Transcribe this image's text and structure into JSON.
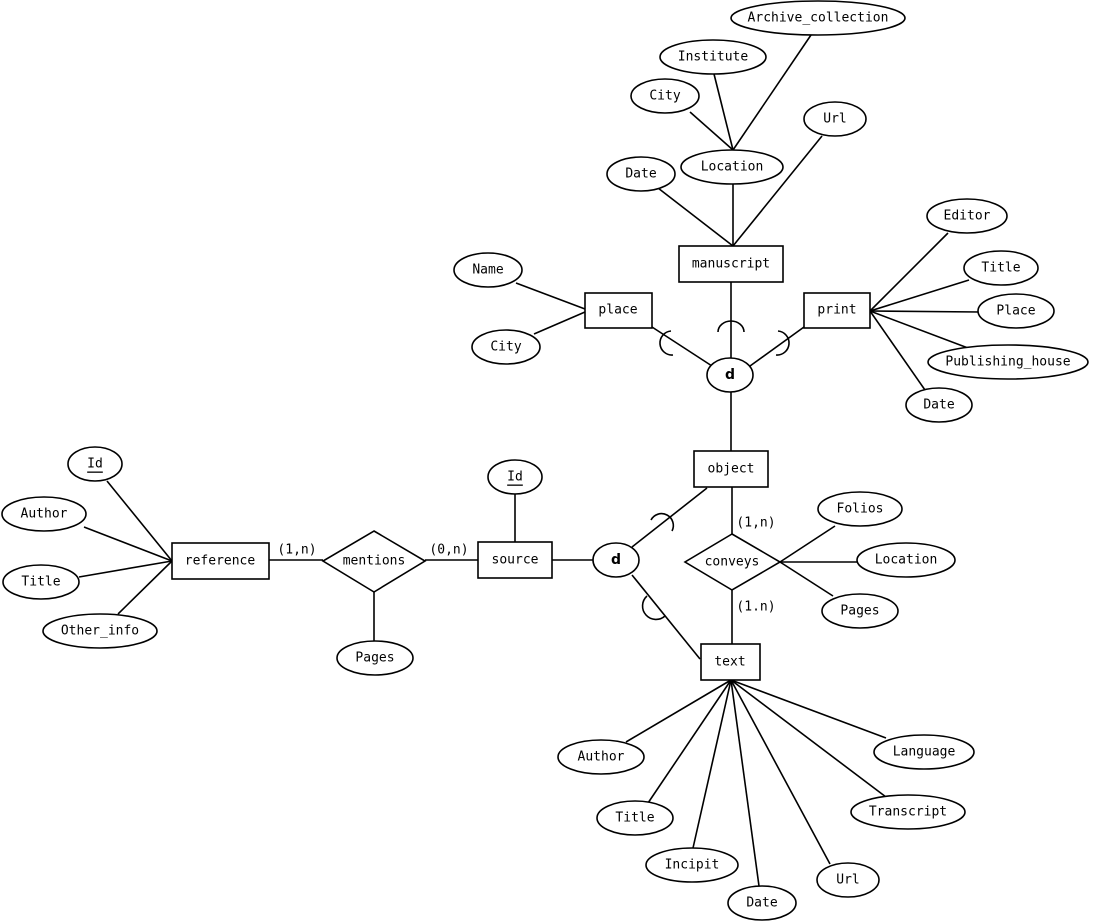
{
  "entities": {
    "manuscript": "manuscript",
    "place": "place",
    "print": "print",
    "object": "object",
    "reference": "reference",
    "source": "source",
    "text": "text"
  },
  "relationships": {
    "mentions": "mentions",
    "conveys": "conveys"
  },
  "specializations": {
    "object_d": "d",
    "source_d": "d"
  },
  "cardinalities": {
    "reference_mentions": "(1,n)",
    "mentions_source": "(0,n)",
    "object_conveys": "(1,n)",
    "conveys_text": "(1.n)"
  },
  "attributes": {
    "manuscript": {
      "archive_collection": "Archive_collection",
      "institute": "Institute",
      "city": "City",
      "location": "Location",
      "url": "Url",
      "date": "Date"
    },
    "place": {
      "name": "Name",
      "city": "City"
    },
    "print": {
      "editor": "Editor",
      "title": "Title",
      "place": "Place",
      "publishing_house": "Publishing_house",
      "date": "Date"
    },
    "reference": {
      "id": "Id",
      "author": "Author",
      "title": "Title",
      "other_info": "Other_info"
    },
    "mentions": {
      "pages": "Pages"
    },
    "source": {
      "id": "Id"
    },
    "conveys": {
      "folios": "Folios",
      "location": "Location",
      "pages": "Pages"
    },
    "text": {
      "author": "Author",
      "title": "Title",
      "incipit": "Incipit",
      "date": "Date",
      "url": "Url",
      "transcript": "Transcript",
      "language": "Language"
    }
  }
}
